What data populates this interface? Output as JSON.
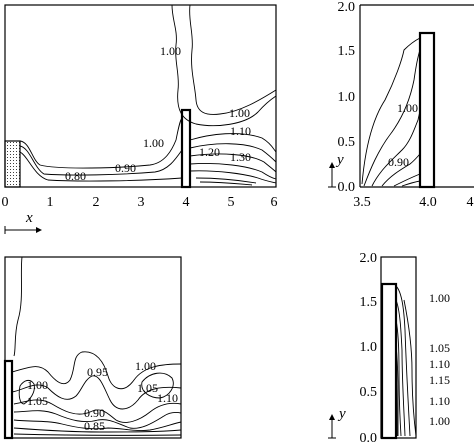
{
  "chart_data": [
    {
      "type": "contour",
      "panel": "top-left",
      "xlabel": "x",
      "x_ticks": [
        "0",
        "1",
        "2",
        "3",
        "4",
        "5",
        "6"
      ],
      "xlim": [
        0,
        6
      ],
      "contour_levels": [
        "1.00",
        "1.00",
        "1.00",
        "1.10",
        "1.20",
        "1.30",
        "0.90",
        "0.80"
      ]
    },
    {
      "type": "contour",
      "panel": "top-right",
      "ylabel": "y",
      "x_ticks": [
        "3.5",
        "4.0",
        "4"
      ],
      "y_ticks": [
        "0.0",
        "0.5",
        "1.0",
        "1.5",
        "2.0"
      ],
      "ylim": [
        0,
        2
      ],
      "contour_levels": [
        "1.00",
        "0.90"
      ]
    },
    {
      "type": "contour",
      "panel": "bottom-left",
      "contour_levels": [
        "0.95",
        "1.00",
        "1.00",
        "1.05",
        "1.05",
        "1.10",
        "0.90",
        "0.85"
      ]
    },
    {
      "type": "contour",
      "panel": "bottom-right",
      "ylabel": "y",
      "y_ticks": [
        "0.0",
        "0.5",
        "1.0",
        "1.5",
        "2.0"
      ],
      "ylim": [
        0,
        2
      ],
      "contour_levels": [
        "1.00",
        "1.05",
        "1.10",
        "1.15",
        "1.10",
        "1.00"
      ]
    }
  ]
}
